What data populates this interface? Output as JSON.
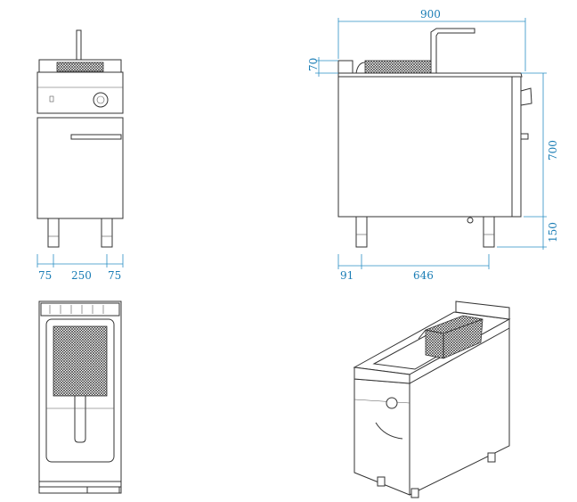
{
  "dimensions": {
    "front_left_foot": "75",
    "front_width_between": "250",
    "front_right_foot": "75",
    "side_total_width": "900",
    "side_top_height": "70",
    "side_body_height": "700",
    "side_leg_height": "150",
    "side_front_offset": "91",
    "side_depth": "646"
  },
  "colors": {
    "dimension_line": "#2a8fc4",
    "outline": "#333333"
  }
}
